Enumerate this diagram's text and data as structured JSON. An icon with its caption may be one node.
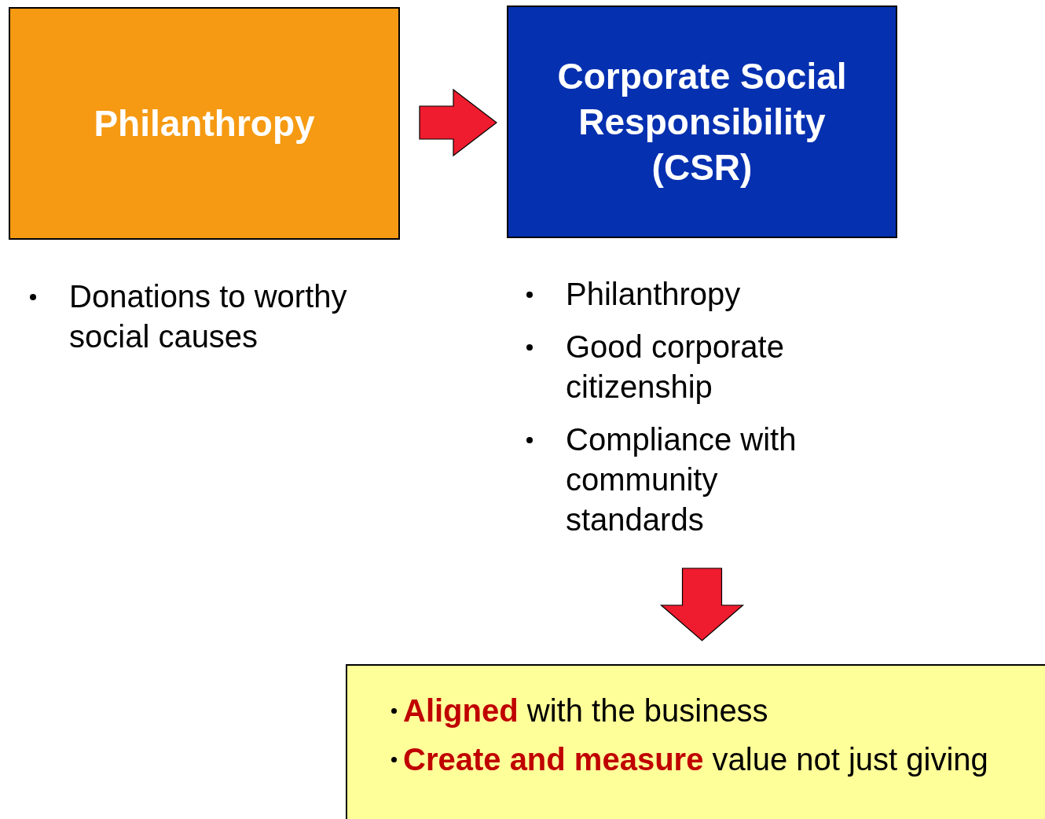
{
  "diagram": {
    "nodes": [
      {
        "text": [
          "Philanthropy"
        ],
        "beside": [
          "Donations to worthy social causes"
        ]
      },
      {
        "text": [
          "Corporate Social Responsibility (CSR)"
        ],
        "beside": [
          "Philanthropy",
          "Good corporate citizenship",
          "Compliance with community standards"
        ]
      },
      {
        "text": [
          "**Aligned** with the business",
          "**Create and measure** value not just giving"
        ]
      }
    ],
    "edges": [
      {
        "from": 0,
        "to": 1,
        "arrow": "to"
      },
      {
        "from": 1,
        "to": 2,
        "arrow": "to"
      }
    ]
  }
}
